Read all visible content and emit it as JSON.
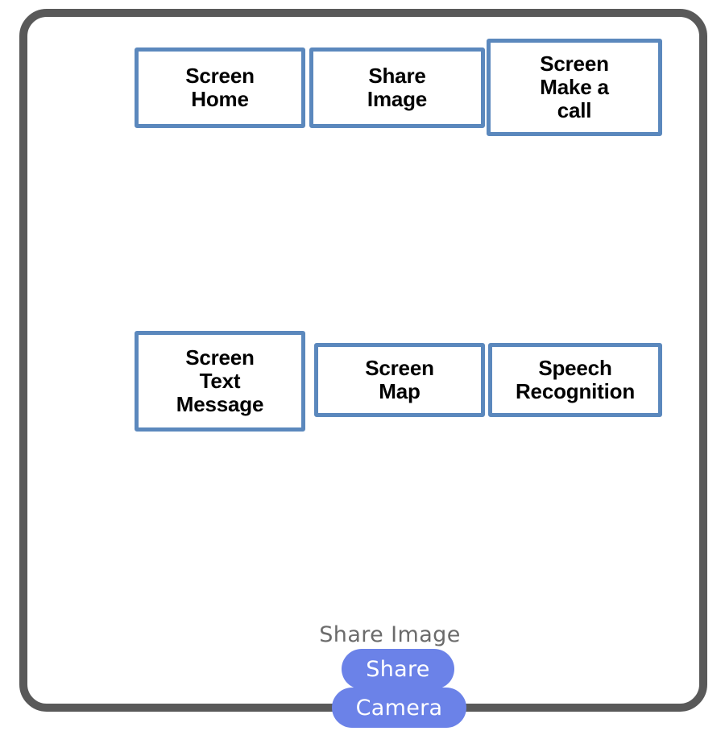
{
  "frame": {
    "name": "device-frame",
    "border_color": "#595959",
    "background": "#ffffff"
  },
  "palette": {
    "box_border": "#5b88bd",
    "box_fill": "#ffffff",
    "box_text": "#000000",
    "frame_border": "#595959",
    "pill_fill": "#6b82e8",
    "pill_text": "#ffffff",
    "sheet_title_text": "#6b6b6b"
  },
  "flow": {
    "rows": [
      {
        "row_name": "row-1",
        "boxes": [
          {
            "id": "screen-home",
            "label": "Screen\nHome"
          },
          {
            "id": "share-image",
            "label": "Share\nImage"
          },
          {
            "id": "make-a-call",
            "label": "Screen\nMake a\ncall"
          }
        ]
      },
      {
        "row_name": "row-2",
        "boxes": [
          {
            "id": "text-message",
            "label": "Screen\nText\nMessage"
          },
          {
            "id": "screen-map",
            "label": "Screen\nMap"
          },
          {
            "id": "speech-recog",
            "label": "Speech\nRecognition"
          }
        ]
      }
    ]
  },
  "share_sheet": {
    "title": "Share Image",
    "options": [
      {
        "id": "share",
        "label": "Share"
      },
      {
        "id": "camera",
        "label": "Camera"
      }
    ]
  }
}
